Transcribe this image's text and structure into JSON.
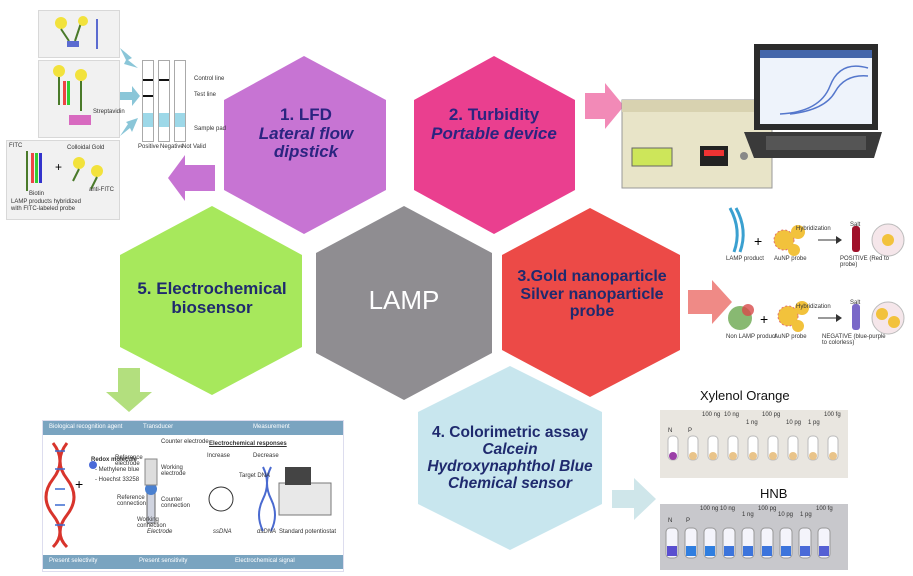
{
  "center": {
    "label": "LAMP"
  },
  "hexagons": [
    {
      "id": "lfd",
      "title": "1. LFD",
      "subtitle": [
        "Lateral flow",
        "dipstick"
      ],
      "color": "#c774d3"
    },
    {
      "id": "turbidity",
      "title": "2. Turbidity",
      "subtitle": [
        "Portable device"
      ],
      "color": "#ea3f8f"
    },
    {
      "id": "gold",
      "title": "3.Gold nanoparticle",
      "subtitle": [
        "Silver nanoparticle",
        "probe"
      ],
      "color": "#ec4a47"
    },
    {
      "id": "colorimetric",
      "title": "4. Colorimetric assay",
      "subtitle": [
        "Calcein",
        "Hydroxynaphthol Blue",
        "Chemical sensor"
      ],
      "color": "#c8e6ee"
    },
    {
      "id": "electro",
      "title": "5. Electrochemical",
      "subtitle": [
        "biosensor"
      ],
      "color": "#a7e85c"
    }
  ],
  "lfd_strip": {
    "lines": [
      "Control line",
      "Test line",
      "Sample pad"
    ],
    "results": [
      "Positive",
      "Negative",
      "Not Valid"
    ],
    "probe_labels": [
      "Streptavidin",
      "Colloidal Gold",
      "anti-FITC",
      "Biotin",
      "FITC"
    ],
    "caption": "LAMP products hybridized with FITC-labeled probe"
  },
  "nanoparticle": {
    "positive_row": [
      "LAMP product",
      "AuNP probe",
      "POSITIVE (Red to probe)"
    ],
    "negative_row": [
      "Non LAMP product",
      "AuNP probe",
      "NEGATIVE (blue-purple to colorless)"
    ],
    "step_labels": [
      "Hybridization",
      "Hybridization",
      "Salt",
      "Salt"
    ]
  },
  "colorimetric_panels": {
    "xylenol_title": "Xylenol Orange",
    "hnb_title": "HNB",
    "xylenol_labels": [
      "N",
      "P",
      "100 ng",
      "10 ng",
      "1 ng",
      "100 pg",
      "10 pg",
      "1 pg",
      "100 fg"
    ],
    "hnb_labels": [
      "N",
      "P",
      "100 ng",
      "10 ng",
      "1 ng",
      "100 pg",
      "10 pg",
      "1 pg",
      "100 fg"
    ]
  },
  "electro_panel": {
    "headers": [
      "Biological recognition agent",
      "Transducer",
      "Measurement"
    ],
    "footers": [
      "Present selectivity",
      "Present sensitivity",
      "Electrochemical signal"
    ],
    "redox_title": "Redox molecule",
    "redox_items": [
      "- Methylene blue",
      "- Hoechst 33258"
    ],
    "electrode_labels": [
      "Reference electrode",
      "Counter electrode",
      "Working electrode",
      "Working connection",
      "Reference connection",
      "Counter connection"
    ],
    "electrode_caption": "Electrode",
    "response_title": "Electrochemical responses",
    "response_cols": [
      "Increase",
      "Decrease"
    ],
    "response_captions": [
      "ssDNA",
      "dsDNA"
    ],
    "instrument_caption": "Standard potentiostat",
    "target_dna": "Target DNA"
  }
}
